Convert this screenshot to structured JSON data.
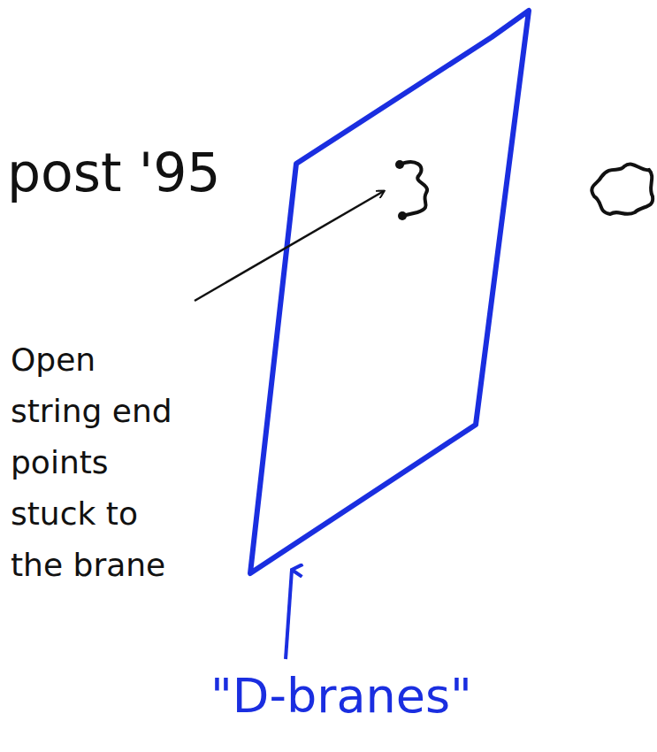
{
  "diagram": {
    "labels": [
      "post '95",
      "Open string end points stuck to the brane",
      "\"D-branes\""
    ]
  }
}
